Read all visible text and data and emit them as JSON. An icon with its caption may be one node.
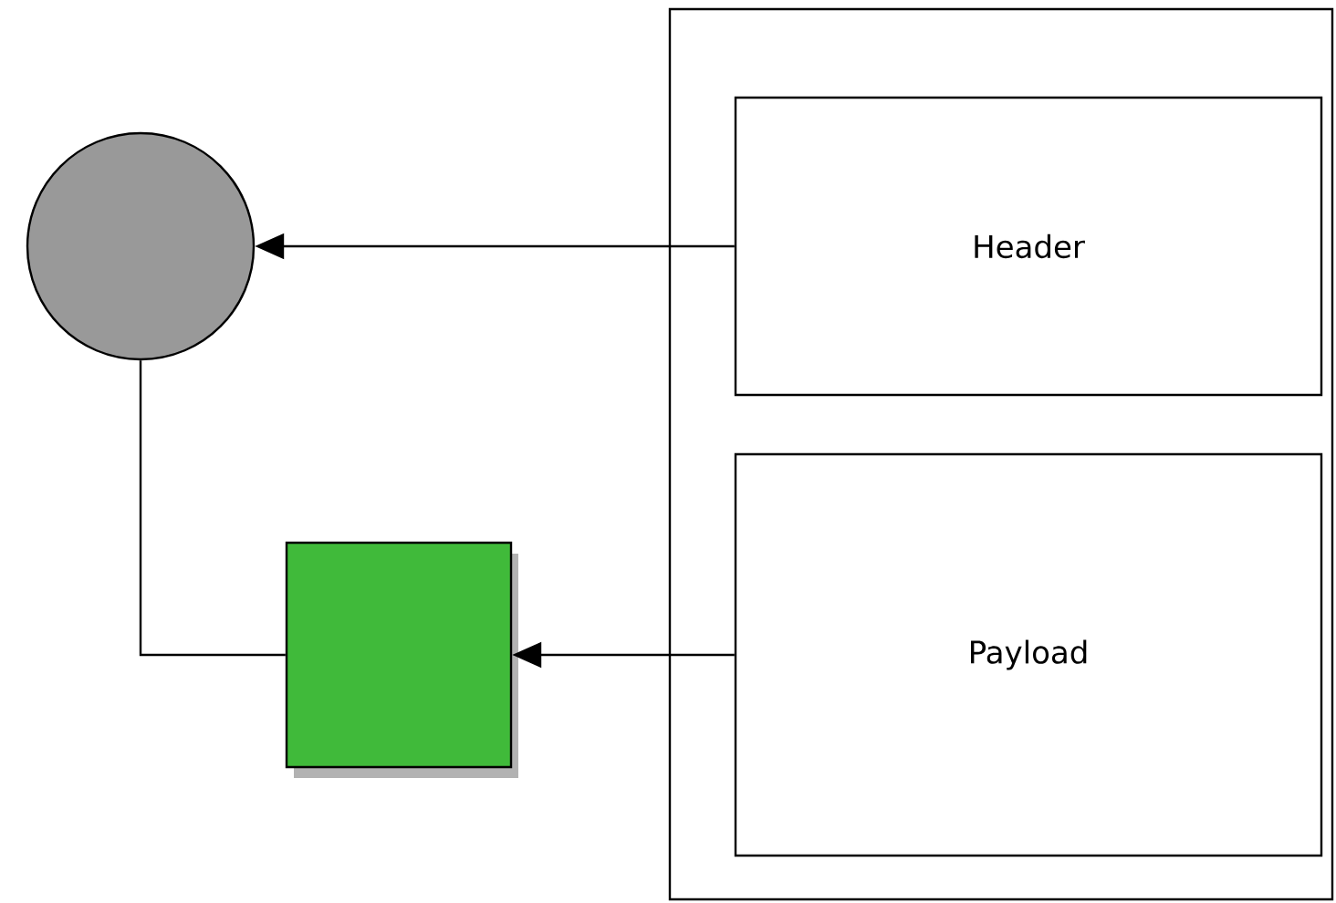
{
  "diagram": {
    "nodes": [
      {
        "text": [],
        "shape": "box"
      },
      {
        "text": [
          "Header"
        ],
        "in": 0
      },
      {
        "text": [
          "Payload"
        ],
        "in": 0
      },
      {
        "text": [],
        "shape": "circle"
      },
      {
        "text": [],
        "shape": "box"
      }
    ],
    "edges": [
      {
        "from": 1,
        "to": 3,
        "arrow": "to"
      },
      {
        "from": 2,
        "to": 4,
        "arrow": "to"
      },
      {
        "from": 3,
        "to": 4,
        "arrow": "none"
      }
    ]
  }
}
